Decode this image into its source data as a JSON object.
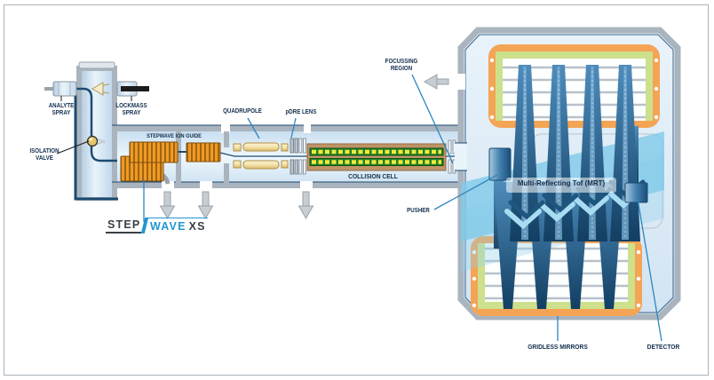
{
  "labels": {
    "analyte_spray": {
      "line1": "ANALYTE",
      "line2": "SPRAY"
    },
    "lockmass_spray": {
      "line1": "LOCKMASS",
      "line2": "SPRAY"
    },
    "isolation_valve": {
      "line1": "ISOLATION",
      "line2": "VALVE"
    },
    "stepwave_ion_guide": "STEPWAVE ION GUIDE",
    "quadrupole": "QUADRUPOLE",
    "pdre_lens": "pDRE LENS",
    "collision_cell": "COLLISION CELL",
    "focussing_region": {
      "line1": "FOCUSSING",
      "line2": "REGION"
    },
    "pusher": "PUSHER",
    "mrt": "Multi-Reflecting Tof (MRT)",
    "gridless_mirrors": "GRIDLESS MIRRORS",
    "detector": "DETECTOR"
  },
  "logo": {
    "step": "STEP",
    "wave": "WAVE",
    "xs": "XS"
  },
  "colors": {
    "label_navy": "#122f4e",
    "callout_blue": "#2d86bf",
    "coil_orange": "#ef9a26",
    "mirror_orange": "#f4a455",
    "mirror_green": "#cde08c",
    "beam_blue": "#2e6da4",
    "beam_light": "#7fc9e8",
    "logo_blue": "#2496d2",
    "logo_dark": "#3a4045",
    "collision_green": "#1f8028",
    "collision_yellow": "#f2e93c",
    "rod_gold": "#e7cf92",
    "wall_gray": "#a9b4be",
    "chamber_blue": "#d7e8f6"
  }
}
